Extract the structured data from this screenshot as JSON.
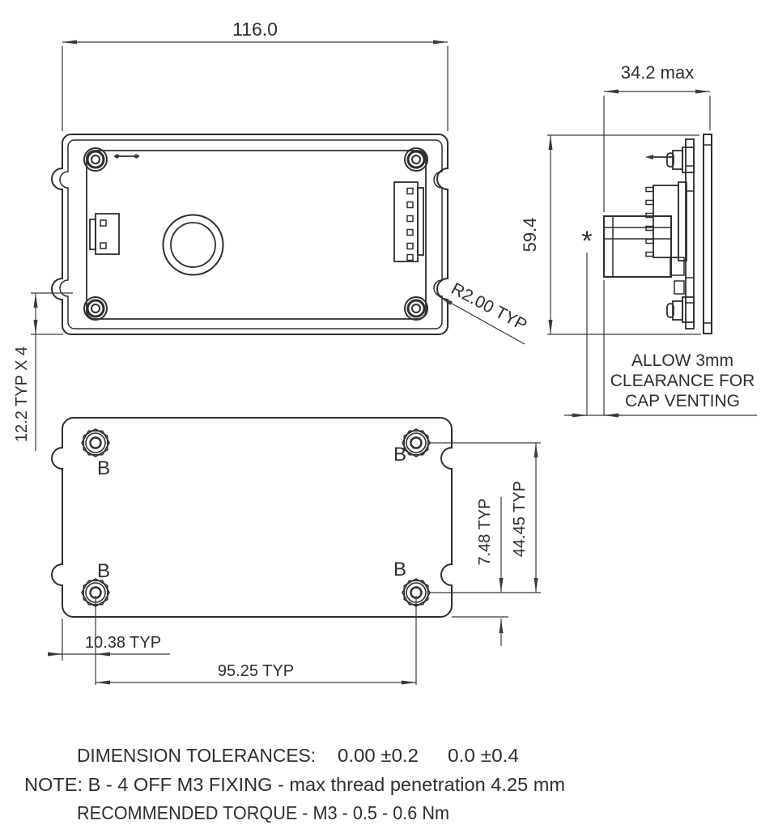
{
  "colors": {
    "ink": "#2e2e2e",
    "background": "#ffffff"
  },
  "top_view": {
    "overall_width_dim": "116.0",
    "notch_dim": "12.2 TYP X 4",
    "corner_radius_note": "R2.00 TYP"
  },
  "side_view": {
    "depth_dim": "34.2 max",
    "height_dim": "59.4",
    "clearance_marker": "*",
    "clearance_note": [
      "ALLOW 3mm",
      "CLEARANCE FOR",
      "CAP VENTING"
    ]
  },
  "bottom_view": {
    "fixing_point_label": "B",
    "boss_to_edge_dim": "7.48 TYP",
    "boss_vertical_pitch_dim": "44.45 TYP",
    "boss_to_side_dim": "10.38 TYP",
    "boss_horizontal_pitch_dim": "95.25 TYP"
  },
  "notes": {
    "tolerances_label": "DIMENSION TOLERANCES:",
    "tolerance_two_dp": "0.00 ±0.2",
    "tolerance_one_dp": "0.0 ±0.4",
    "fixing_note": "NOTE: B - 4 OFF M3 FIXING - max thread penetration 4.25 mm",
    "torque_note": "RECOMMENDED TORQUE - M3 - 0.5 - 0.6 Nm"
  }
}
